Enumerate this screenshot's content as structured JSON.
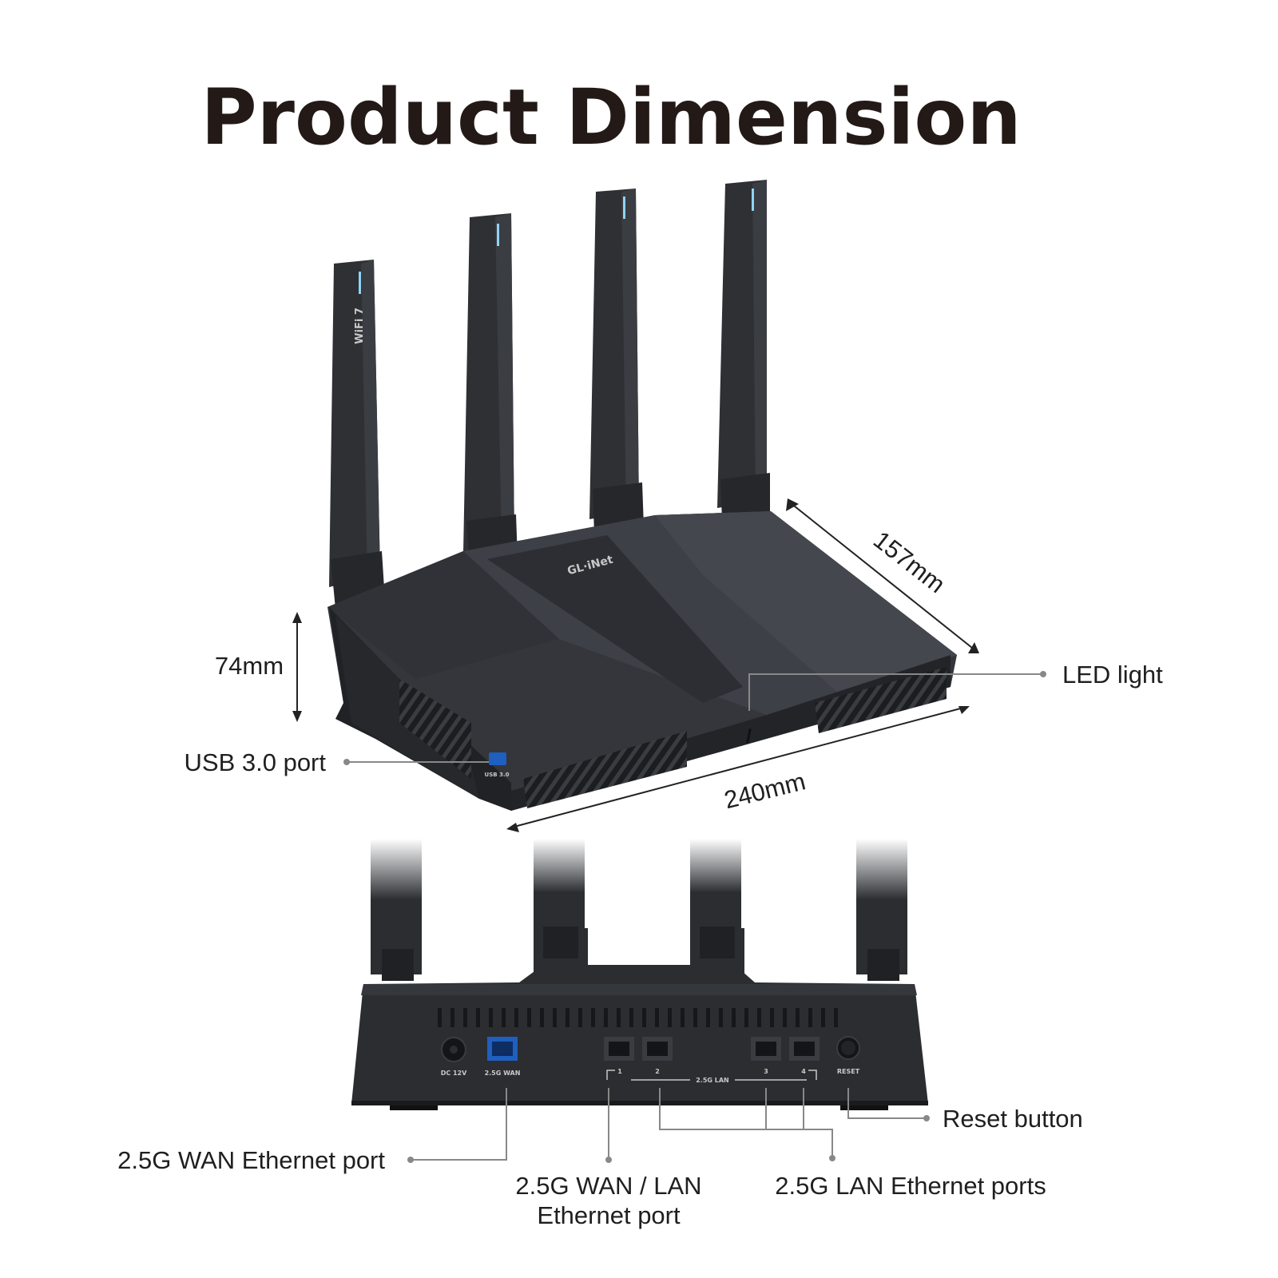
{
  "title": "Product Dimension",
  "dimensions": {
    "height": "74mm",
    "depth": "157mm",
    "width": "240mm"
  },
  "callouts": {
    "led": "LED light",
    "usb": "USB 3.0 port",
    "wan_port": "2.5G WAN Ethernet port",
    "wan_lan_line1": "2.5G WAN / LAN",
    "wan_lan_line2": "Ethernet port",
    "lan_ports": "2.5G LAN Ethernet ports",
    "reset": "Reset button"
  },
  "device": {
    "brand_logo": "GL·iNet",
    "antenna_badge": "WiFi 7",
    "usb_label": "USB 3.0",
    "port_labels": {
      "dc": "DC 12V",
      "wan": "2.5G WAN",
      "lan": [
        "1",
        "2",
        "3",
        "4"
      ],
      "lan_group": "2.5G LAN",
      "reset": "RESET"
    }
  },
  "colors": {
    "body": "#2b2d31",
    "body_light": "#3b3e44",
    "antenna_tip": "#8fd3f4",
    "wan_port": "#1f5fbf",
    "title": "#231a17"
  }
}
